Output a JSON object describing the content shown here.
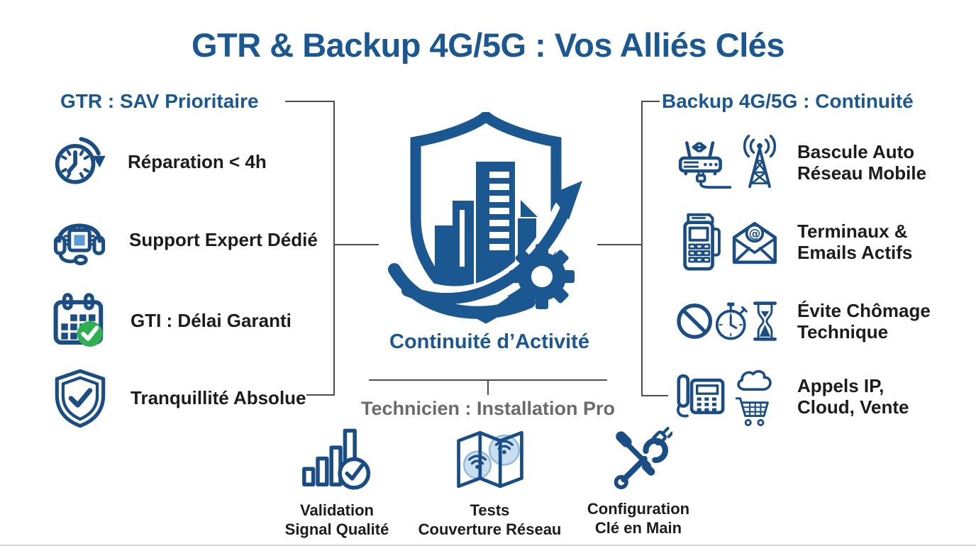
{
  "title": "GTR & Backup 4G/5G : Vos Alliés Clés",
  "colors": {
    "accent_blue": "#1b5791",
    "icon_blue": "#1b4d85",
    "text_dark": "#1c1c1c",
    "connector_gray": "#4d4d4d",
    "subtitle_gray": "#6b6b6b",
    "check_green": "#2fae52",
    "chip_light_blue": "#5b9bd5",
    "map_zone_blue": "#c9dff0"
  },
  "left_section": {
    "header": "GTR : SAV Prioritaire",
    "items": [
      {
        "icon": "clock-arrow-icon",
        "label": "Réparation < 4h"
      },
      {
        "icon": "headset-chip-icon",
        "label": "Support Expert Dédié"
      },
      {
        "icon": "calendar-check-icon",
        "label": "GTI : Délai Garanti"
      },
      {
        "icon": "shield-check-icon",
        "label": "Tranquillité Absolue"
      }
    ]
  },
  "center": {
    "logo": "shield-buildings-arrow-gear",
    "caption": "Continuité d’Activité"
  },
  "right_section": {
    "header": "Backup 4G/5G : Continuité",
    "items": [
      {
        "icons": [
          "router-icon",
          "antenna-tower-icon"
        ],
        "lines": [
          "Bascule Auto",
          "Réseau Mobile"
        ]
      },
      {
        "icons": [
          "payment-terminal-icon",
          "email-at-icon"
        ],
        "lines": [
          "Terminaux &",
          "Emails Actifs"
        ]
      },
      {
        "icons": [
          "no-sign-icon",
          "stopwatch-icon",
          "hourglass-icon"
        ],
        "lines": [
          "Évite Chômage",
          "Technique"
        ]
      },
      {
        "icons": [
          "desk-phone-icon",
          "cloud-icon",
          "cart-icon"
        ],
        "lines": [
          "Appels IP,",
          "Cloud, Vente"
        ]
      }
    ]
  },
  "bottom_section": {
    "header": "Technicien : Installation Pro",
    "items": [
      {
        "icon": "signal-check-icon",
        "lines": [
          "Validation",
          "Signal Qualité"
        ]
      },
      {
        "icon": "map-wifi-icon",
        "lines": [
          "Tests",
          "Couverture Réseau"
        ]
      },
      {
        "icon": "tools-plug-icon",
        "lines": [
          "Configuration",
          "Clé en Main"
        ]
      }
    ]
  }
}
